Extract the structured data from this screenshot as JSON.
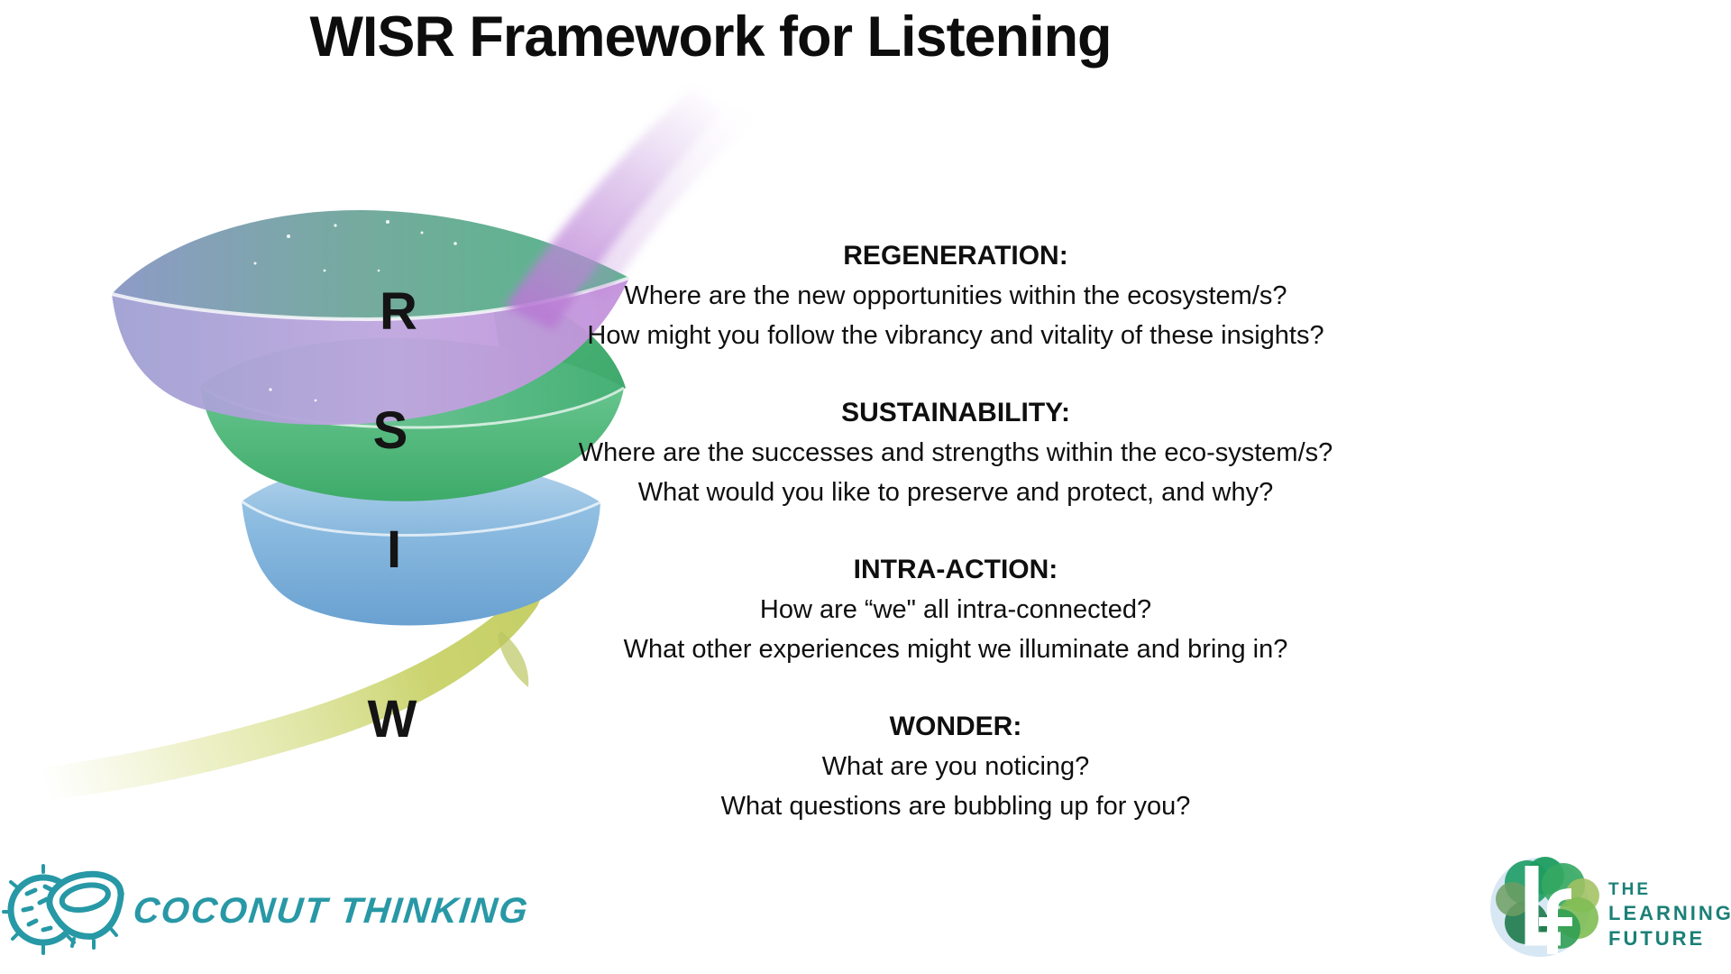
{
  "slide": {
    "title": "WISR Framework for Listening"
  },
  "funnel": {
    "letters": [
      "R",
      "S",
      "I",
      "W"
    ],
    "band_colors": {
      "regeneration_purple": "#C2A3DE",
      "sustainability_green": "#4FB57A",
      "intra_action_blue": "#7FB2DA",
      "wonder_yellow_green": "#C9D26E"
    }
  },
  "sections": [
    {
      "heading": "REGENERATION:",
      "lines": [
        "Where are the new opportunities within the ecosystem/s?",
        "How might you follow the vibrancy and vitality of these insights?"
      ]
    },
    {
      "heading": "SUSTAINABILITY:",
      "lines": [
        "Where are the successes and strengths within the eco-system/s?",
        "What would you like to preserve and protect, and why?"
      ]
    },
    {
      "heading": "INTRA-ACTION:",
      "lines": [
        "How are “we\" all intra-connected?",
        "What other experiences might we illuminate and bring in?"
      ]
    },
    {
      "heading": "WONDER:",
      "lines": [
        "What are you noticing?",
        "What questions are bubbling up for you?"
      ]
    }
  ],
  "footer": {
    "coconut": {
      "brand": "COCONUT THINKING",
      "color": "#2898A6"
    },
    "learning_future": {
      "lines": [
        "THE",
        "LEARNING",
        "FUTURE"
      ],
      "text_color": "#1B8077"
    }
  }
}
